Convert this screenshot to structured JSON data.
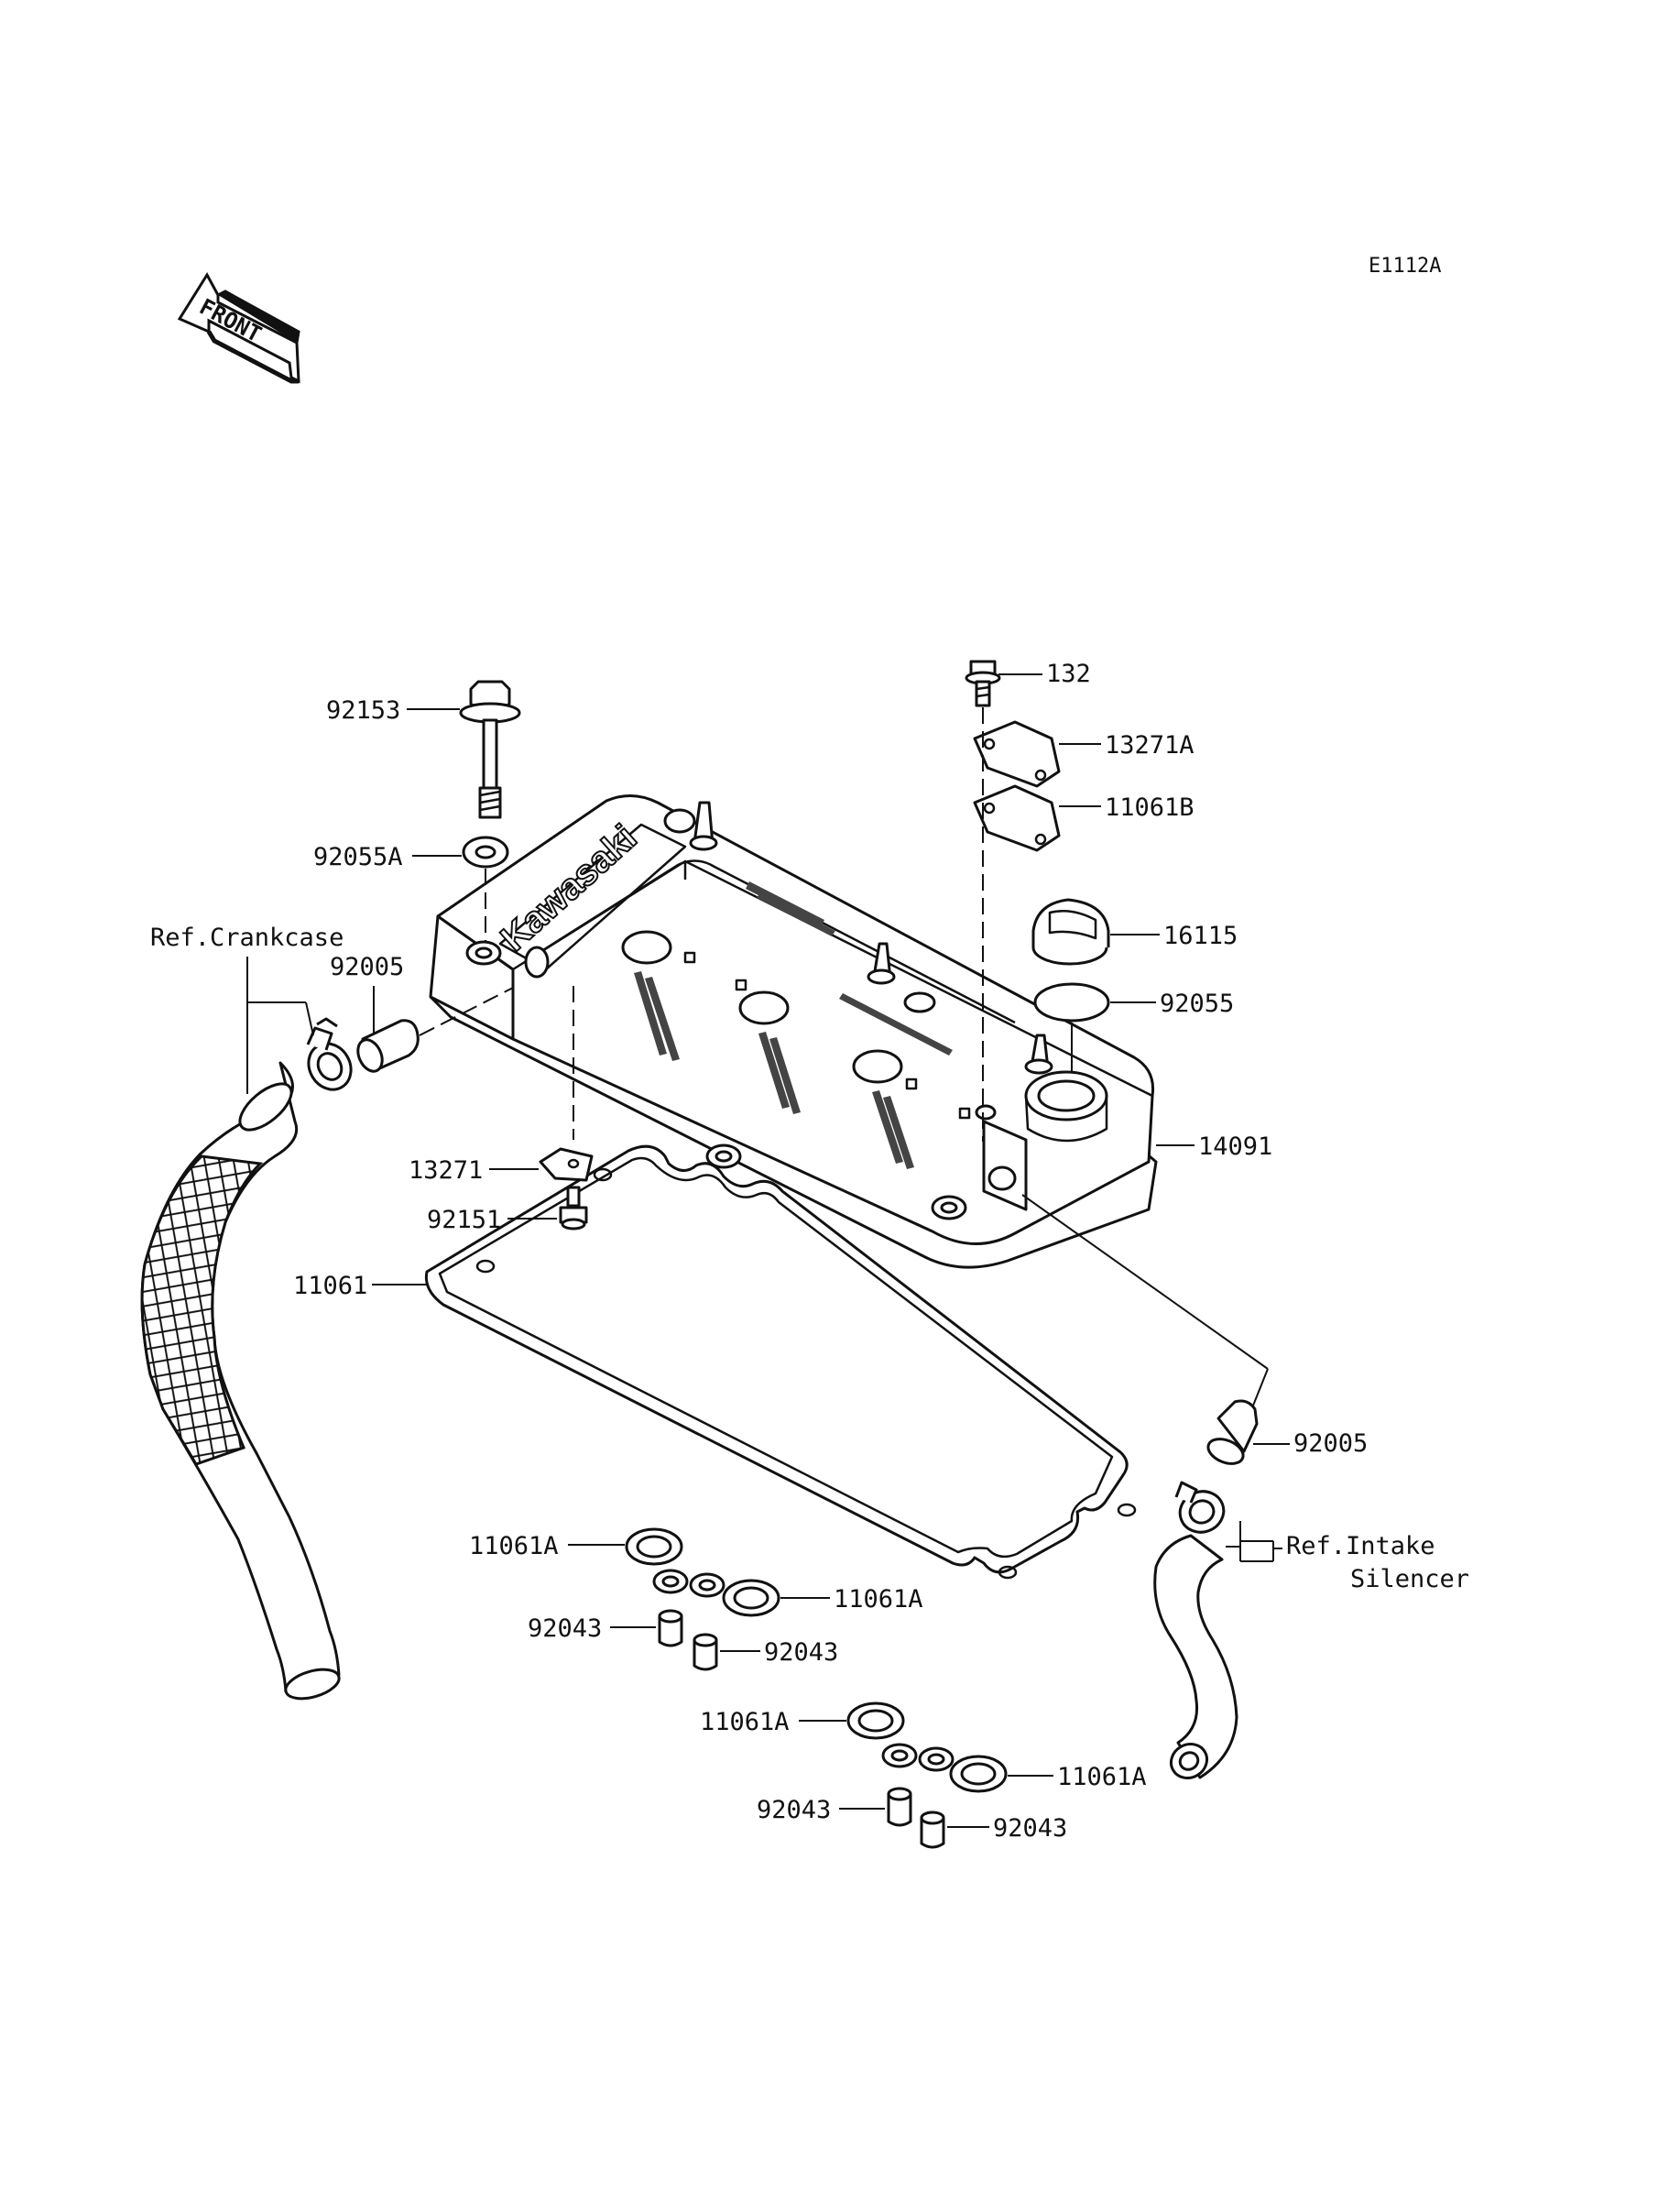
{
  "diagram_code": "E1112A",
  "front_badge": "FRONT",
  "logo_text": "Kawasaki",
  "refs": {
    "crankcase": "Ref.Crankcase",
    "intake_line1": "Ref.Intake",
    "intake_line2": "Silencer"
  },
  "parts": {
    "p92153": "92153",
    "p92055A": "92055A",
    "p92005_left": "92005",
    "p13271": "13271",
    "p92151": "92151",
    "p11061": "11061",
    "p132": "132",
    "p13271A": "13271A",
    "p11061B": "11061B",
    "p16115": "16115",
    "p92055": "92055",
    "p14091": "14091",
    "p92005_right": "92005",
    "p11061A_1": "11061A",
    "p11061A_2": "11061A",
    "p92043_1": "92043",
    "p92043_2": "92043",
    "p11061A_3": "11061A",
    "p11061A_4": "11061A",
    "p92043_3": "92043",
    "p92043_4": "92043"
  }
}
